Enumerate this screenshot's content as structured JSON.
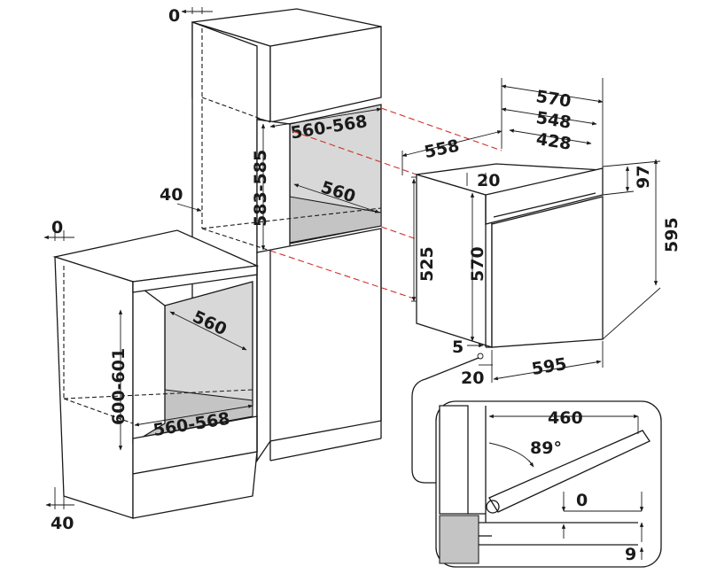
{
  "tall_unit": {
    "top_clearance": "0",
    "depth_from_wall": "40",
    "niche_width": "560-568",
    "niche_height": "583-585",
    "niche_depth": "560"
  },
  "base_unit": {
    "top_clearance": "0",
    "floor_clearance": "40",
    "niche_height": "600-601",
    "niche_depth": "560",
    "niche_width": "560-568"
  },
  "oven": {
    "overall_width_top": "570",
    "frame_width": "548",
    "inner_width": "428",
    "depth": "558",
    "panel_depth": "20",
    "panel_height": "97",
    "overall_height": "595",
    "body_height": "570",
    "body_side_height": "525",
    "front_width": "595",
    "bottom_offset": "5",
    "side_offset": "20"
  },
  "door_detail": {
    "door_open_length": "460",
    "door_angle": "89°",
    "gap_top": "0",
    "gap_bottom": "9"
  }
}
